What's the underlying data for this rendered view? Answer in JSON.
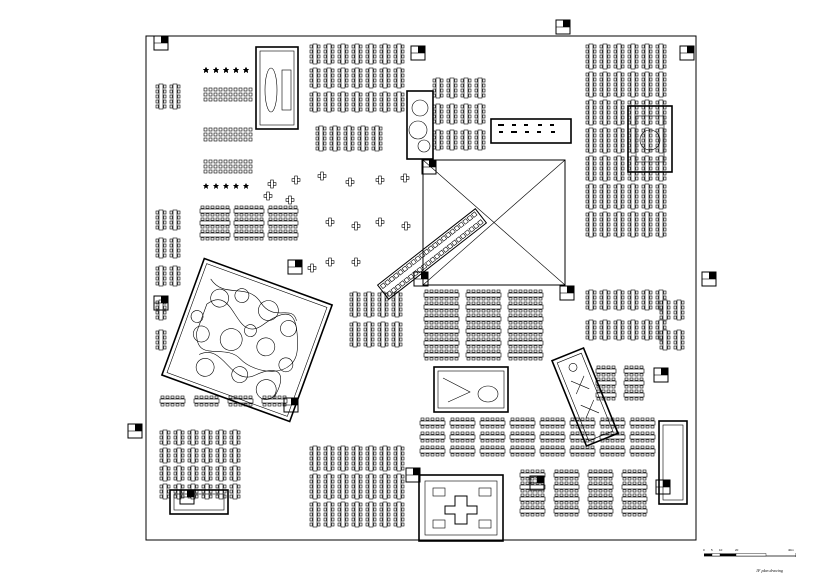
{
  "drawing": {
    "caption": "1F plan drawing",
    "scale_labels": [
      "0",
      "5",
      "10",
      "20",
      "40m"
    ],
    "stroke_color": "#000000",
    "background_color": "#ffffff"
  }
}
